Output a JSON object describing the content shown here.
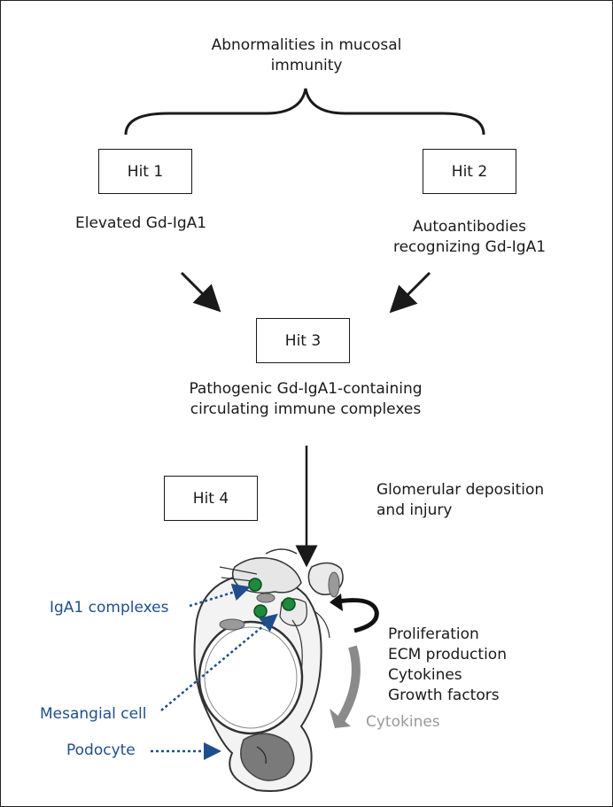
{
  "top_label_line1": "Abnormalities in mucosal",
  "top_label_line2": "immunity",
  "hit1": "Hit 1",
  "hit2": "Hit 2",
  "hit3": "Hit 3",
  "hit4": "Hit 4",
  "hit1_text": "Elevated Gd-IgA1",
  "hit2_text_line1": "Autoantibodies",
  "hit2_text_line2": "recognizing Gd-IgA1",
  "hit3_text_line1": "Pathogenic Gd-IgA1-containing",
  "hit3_text_line2": "circulating immune complexes",
  "hit4_text_line1": "Glomerular deposition",
  "hit4_text_line2": "and injury",
  "effects": [
    "Proliferation",
    "ECM production",
    "Cytokines",
    "Growth factors"
  ],
  "cytokines_label": "Cytokines",
  "labels": {
    "iga1_complexes": "IgA1 complexes",
    "mesangial_cell": "Mesangial cell",
    "podocyte": "Podocyte"
  },
  "colors": {
    "label_blue": "#1f4e8c",
    "complex_green": "#1f8a3c",
    "arrow_gray": "#8a8a8a"
  }
}
